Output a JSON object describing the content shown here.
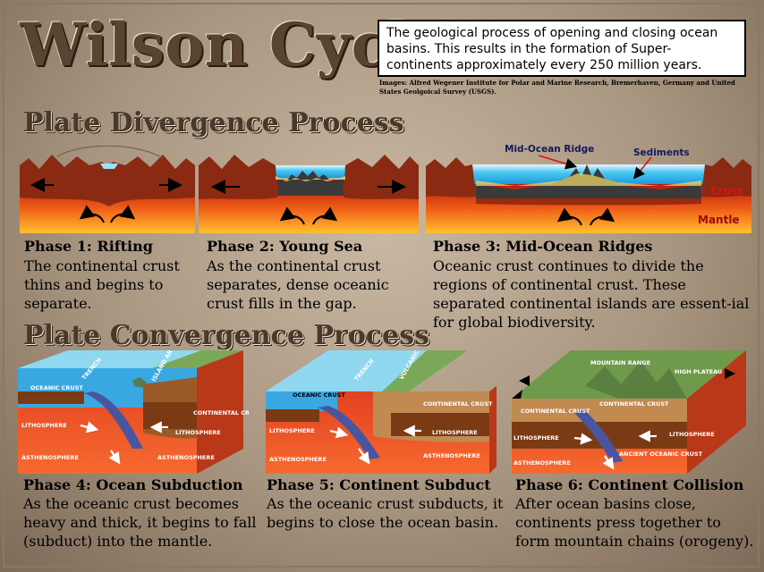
{
  "title": "Wilson Cycle",
  "info": {
    "text": "The geological process of opening and closing ocean basins.  This results in the formation of Super-continents approximately every 250 million years.",
    "credit": "Images: Alfred Wegener Institute for Polar and Marine Research, Bremerhaven, Germany and United States Geolgoical Survey (USGS)."
  },
  "divergence": {
    "heading": "Plate Divergence Process",
    "labels": {
      "ridge": "Mid-Ocean Ridge",
      "sediments": "Sediments",
      "crust": "Crust",
      "mantle": "Mantle"
    },
    "phases": [
      {
        "title": "Phase 1: Rifting",
        "desc": "The continental crust thins and begins to separate."
      },
      {
        "title": "Phase 2: Young Sea",
        "desc": "As the continental crust separates, dense oceanic crust fills in the gap."
      },
      {
        "title": "Phase 3: Mid-Ocean Ridges",
        "desc": "Oceanic crust continues to divide the regions of continental crust.  These separated continental islands are essent-ial for global biodiversity."
      }
    ]
  },
  "convergence": {
    "heading": "Plate Convergence Process",
    "labels": {
      "trench": "TRENCH",
      "island_arc": "ISLAND ARC",
      "oceanic_crust": "OCEANIC CRUST",
      "continental_crust": "CONTINENTAL CRUST",
      "lithosphere": "LITHOSPHERE",
      "asthenosphere": "ASTHENOSPHERE",
      "volcanic_arc": "VOLCANIC ARC",
      "mountain_range": "MOUNTAIN RANGE",
      "high_plateau": "HIGH PLATEAU",
      "ancient_oceanic_crust": "ANCIENT OCEANIC CRUST"
    },
    "phases": [
      {
        "title": "Phase 4: Ocean Subduction",
        "desc": "As the oceanic crust becomes heavy and thick, it begins to fall (subduct) into the mantle."
      },
      {
        "title": "Phase 5: Continent Subduct",
        "desc": "As the oceanic crust subducts, it begins to close the ocean basin."
      },
      {
        "title": "Phase 6: Continent Collision",
        "desc": "After ocean basins close, continents press together to form mountain chains (orogeny)."
      }
    ]
  },
  "colors": {
    "mantle_top": "#c0150c",
    "mantle_bottom": "#ffb020",
    "crust": "#8a2a12",
    "ocean": "#37c0f0",
    "sea_top": "#ddf4ff",
    "slab": "#4a55a0",
    "asthenosphere": "#e8502c"
  }
}
